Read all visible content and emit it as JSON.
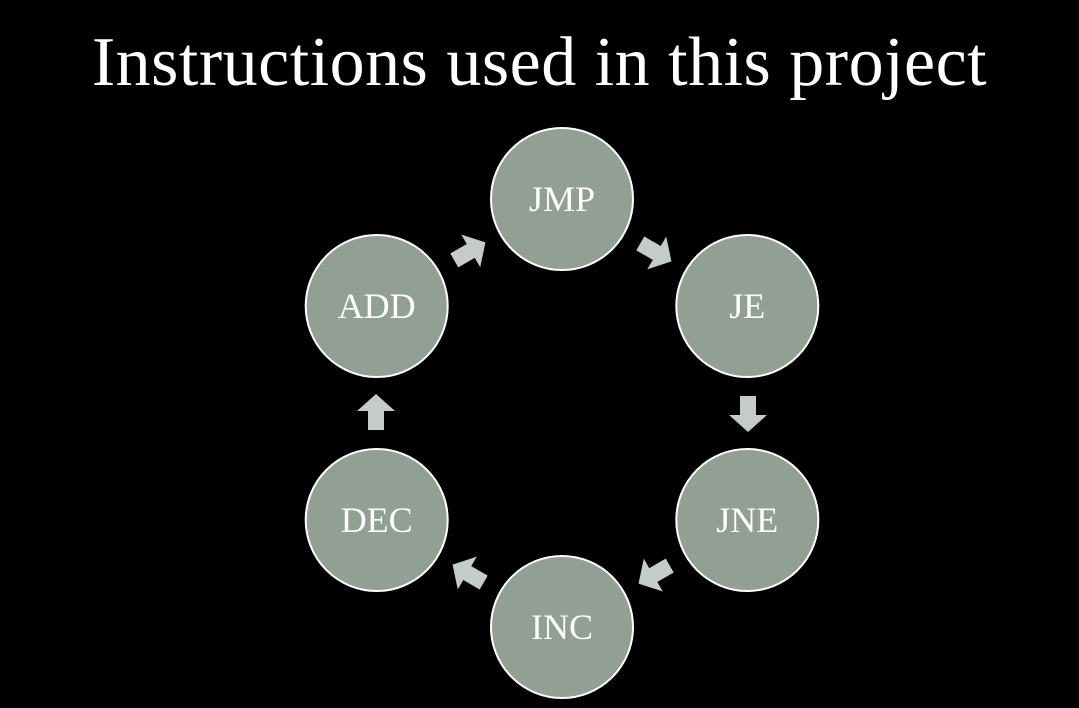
{
  "title": "Instructions used in this project",
  "colors": {
    "background": "#000000",
    "node_fill": "#919f95",
    "node_stroke": "#ffffff",
    "arrow_fill": "#c5cbc7",
    "text": "#ffffff"
  },
  "cycle": {
    "direction": "clockwise",
    "nodes": [
      {
        "label": "JMP"
      },
      {
        "label": "JE"
      },
      {
        "label": "JNE"
      },
      {
        "label": "INC"
      },
      {
        "label": "DEC"
      },
      {
        "label": "ADD"
      }
    ],
    "arrow_icon": "block-arrow-icon"
  }
}
